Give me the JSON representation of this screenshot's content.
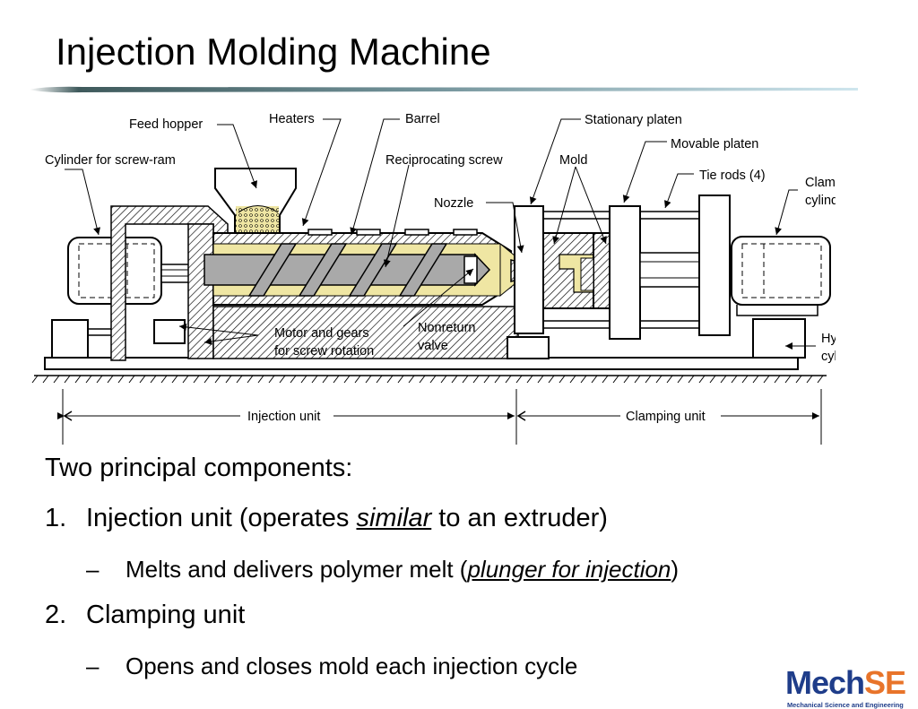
{
  "slide": {
    "title": "Injection Molding Machine"
  },
  "diagram": {
    "labels": {
      "feed_hopper": "Feed hopper",
      "heaters": "Heaters",
      "barrel": "Barrel",
      "stationary_platen": "Stationary platen",
      "movable_platen": "Movable platen",
      "mold": "Mold",
      "tie_rods": "Tie rods (4)",
      "cylinder_screw_ram": "Cylinder for screw-ram",
      "reciprocating_screw": "Reciprocating screw",
      "nozzle": "Nozzle",
      "clamping_cylinder_1": "Clamping",
      "clamping_cylinder_2": "cylinder",
      "motor_gears_1": "Motor and gears",
      "motor_gears_2": "for screw rotation",
      "nonreturn_1": "Nonreturn",
      "nonreturn_2": "valve",
      "hydraulic_cylinder_1": "Hydraulic",
      "hydraulic_cylinder_2": "cylinder",
      "injection_unit": "Injection unit",
      "clamping_unit": "Clamping unit"
    }
  },
  "content": {
    "intro": "Two principal components:",
    "item1_num": "1.",
    "item1_text_a": "Injection unit (operates ",
    "item1_em": "similar",
    "item1_text_b": " to an extruder)",
    "sub1_dash": "–",
    "sub1_text_a": "Melts and delivers polymer melt (",
    "sub1_em": "plunger for injection",
    "sub1_text_b": ")",
    "item2_num": "2.",
    "item2_text": "Clamping unit",
    "sub2_dash": "–",
    "sub2_text": "Opens and closes mold each injection cycle"
  },
  "logo": {
    "mech": "Mech",
    "se": "SE",
    "subtitle": "Mechanical Science and Engineering"
  },
  "colors": {
    "polymer": "#efe6a3",
    "metal_fill": "#a9a9a9",
    "logo_blue": "#1f3d8a",
    "logo_orange": "#e8742a"
  }
}
